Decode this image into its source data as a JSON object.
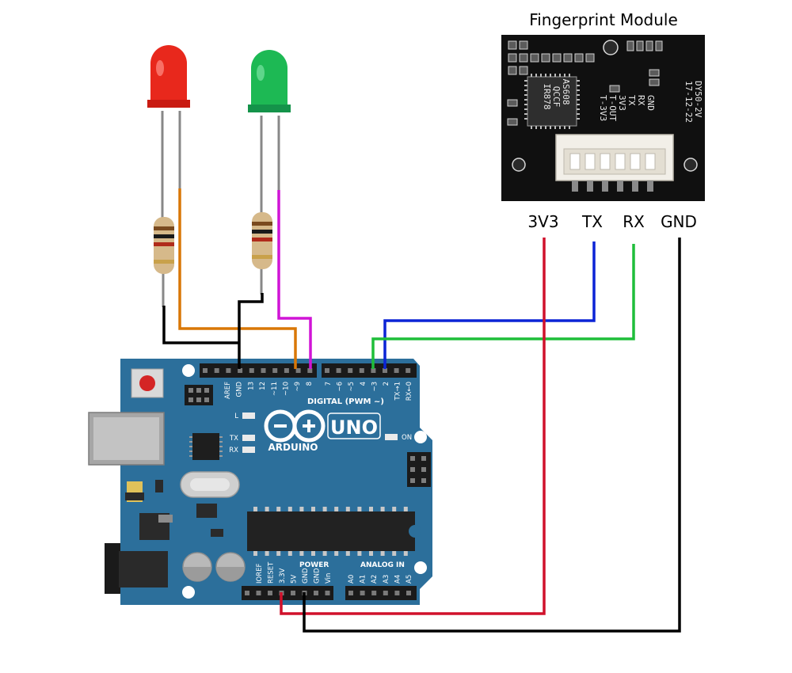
{
  "module": {
    "title": "Fingerprint Module",
    "pin_labels": [
      "3V3",
      "TX",
      "RX",
      "GND"
    ],
    "chip_text": [
      "AS608",
      "QCCF",
      "IR878"
    ],
    "silk_lines": [
      "GND",
      "RX",
      "TX",
      "3V3",
      "T-OUT",
      "T-3V3",
      "DY50-2V",
      "17-12-22"
    ]
  },
  "arduino": {
    "digital_header_label": "DIGITAL (PWM ~)",
    "digital_pins": [
      "AREF",
      "GND",
      "13",
      "12",
      "~11",
      "~10",
      "~9",
      "8",
      "7",
      "~6",
      "~5",
      "4",
      "~3",
      "2",
      "TX→1",
      "RX←0"
    ],
    "power_header_label": "POWER",
    "power_pins": [
      "IOREF",
      "RESET",
      "3.3V",
      "5V",
      "GND",
      "GND",
      "Vin"
    ],
    "analog_header_label": "ANALOG IN",
    "analog_pins": [
      "A0",
      "A1",
      "A2",
      "A3",
      "A4",
      "A5"
    ],
    "brand": "ARDUINO",
    "model": "UNO",
    "led_labels": [
      "L",
      "TX",
      "RX"
    ],
    "on_label": "ON"
  },
  "components": {
    "leds": [
      {
        "name": "red-led",
        "color": "#e8281c"
      },
      {
        "name": "green-led",
        "color": "#1db954"
      }
    ],
    "resistor_count": 2
  },
  "wire_colors": {
    "vcc": "#d0112b",
    "tx": "#0b24d6",
    "rx": "#1fbe3a",
    "gnd": "#000000",
    "led_red_signal": "#d97706",
    "led_green_signal": "#d014d6"
  },
  "connections": [
    {
      "from": "module.3V3",
      "to": "arduino.3.3V"
    },
    {
      "from": "module.TX",
      "to": "arduino.2"
    },
    {
      "from": "module.RX",
      "to": "arduino.~3"
    },
    {
      "from": "module.GND",
      "to": "arduino.GND"
    },
    {
      "from": "red-led",
      "to": "arduino.~9"
    },
    {
      "from": "green-led",
      "to": "arduino.8"
    },
    {
      "from": "led-resistors",
      "to": "arduino.GND"
    }
  ]
}
